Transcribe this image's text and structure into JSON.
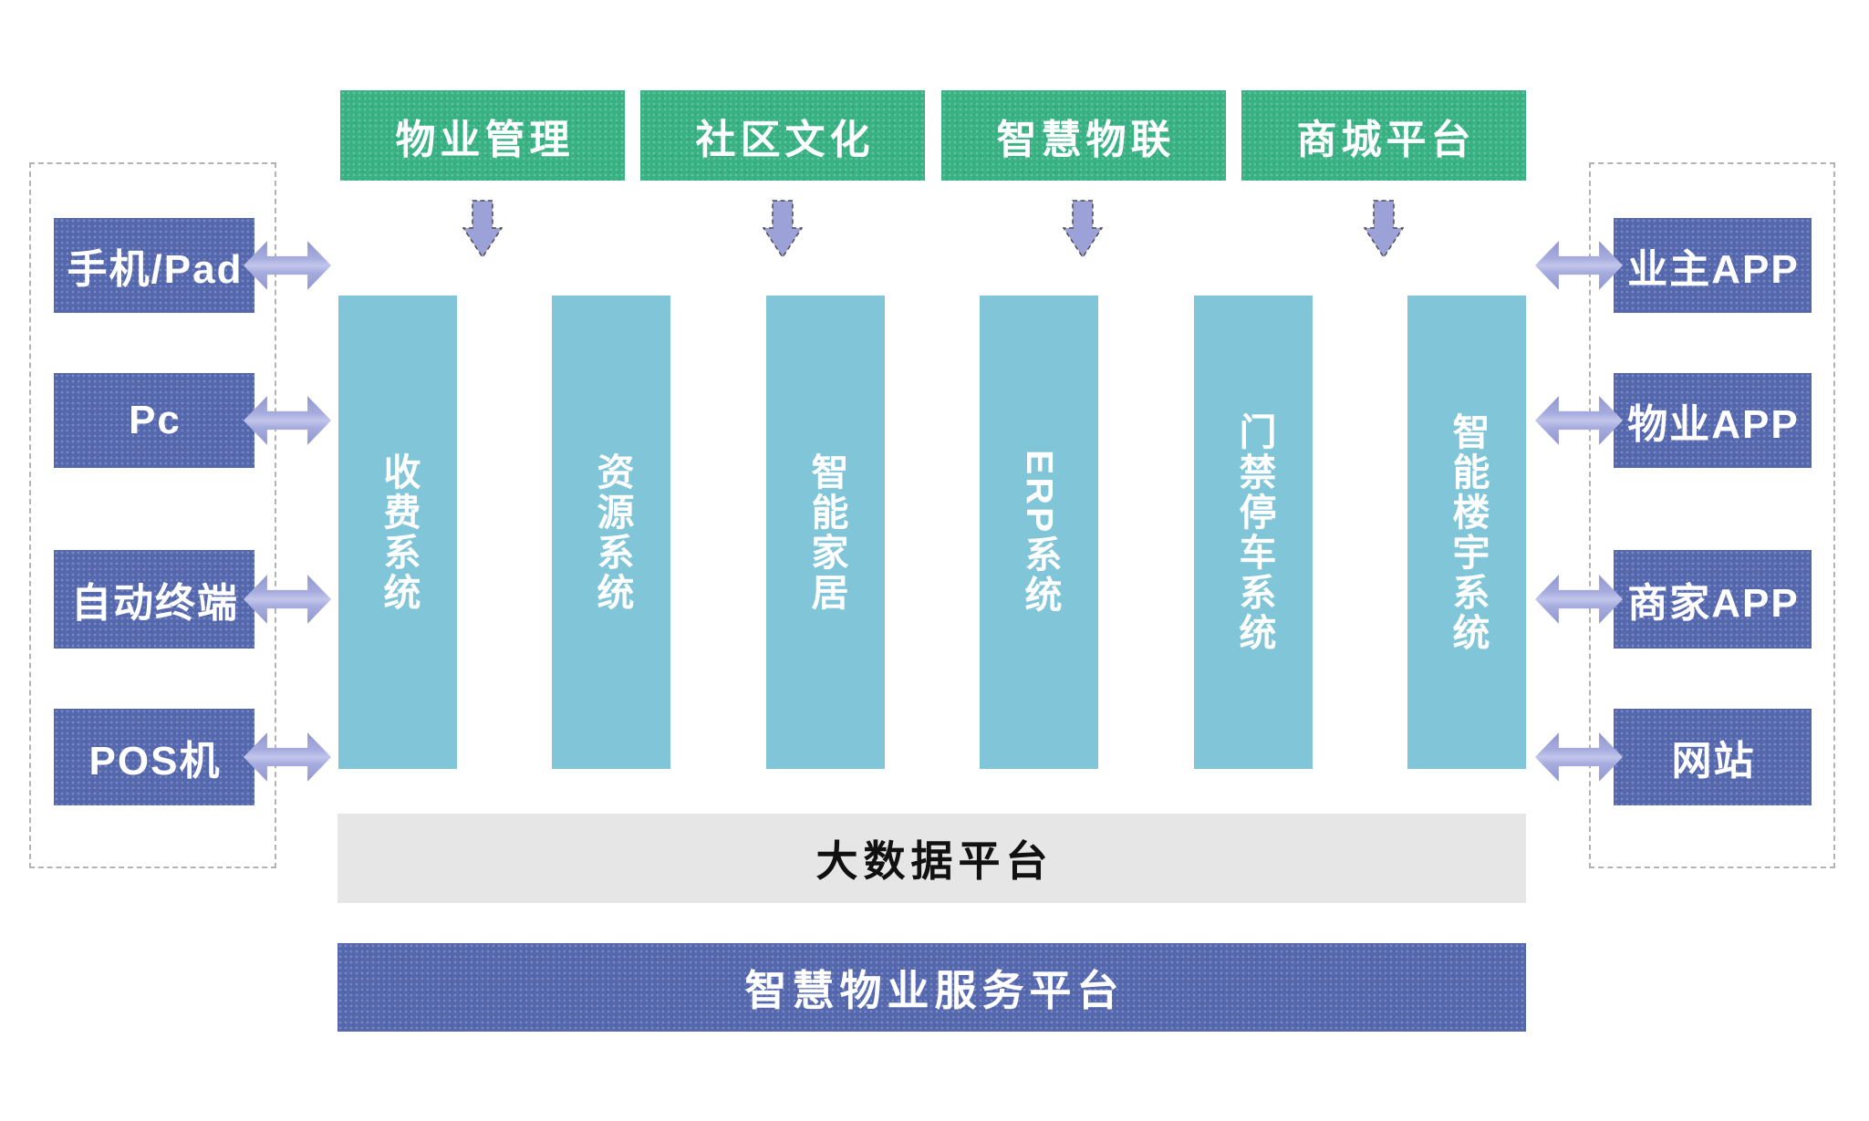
{
  "diagram": {
    "top_modules": [
      "物业管理",
      "社区文化",
      "智慧物联",
      "商城平台"
    ],
    "left_devices": [
      "手机/Pad",
      "Pc",
      "自动终端",
      "POS机"
    ],
    "right_apps": [
      "业主APP",
      "物业APP",
      "商家APP",
      "网站"
    ],
    "core_systems": [
      "收费系统",
      "资源系统",
      "智能家居",
      "ERP系统",
      "门禁停车系统",
      "智能楼宇系统"
    ],
    "platforms": {
      "big_data": "大数据平台",
      "service": "智慧物业服务平台"
    },
    "icons": {
      "down_arrow": "down-flow-arrow",
      "double_arrow": "two-way-sync-arrow"
    },
    "colors": {
      "module_green": "#38B183",
      "box_purple": "#5568AE",
      "column_blue": "#81C6D8",
      "arrow_lavender": "#9CA2D7",
      "platform_gray": "#E6E6E6",
      "dashed_border": "#B3B3B3"
    }
  }
}
